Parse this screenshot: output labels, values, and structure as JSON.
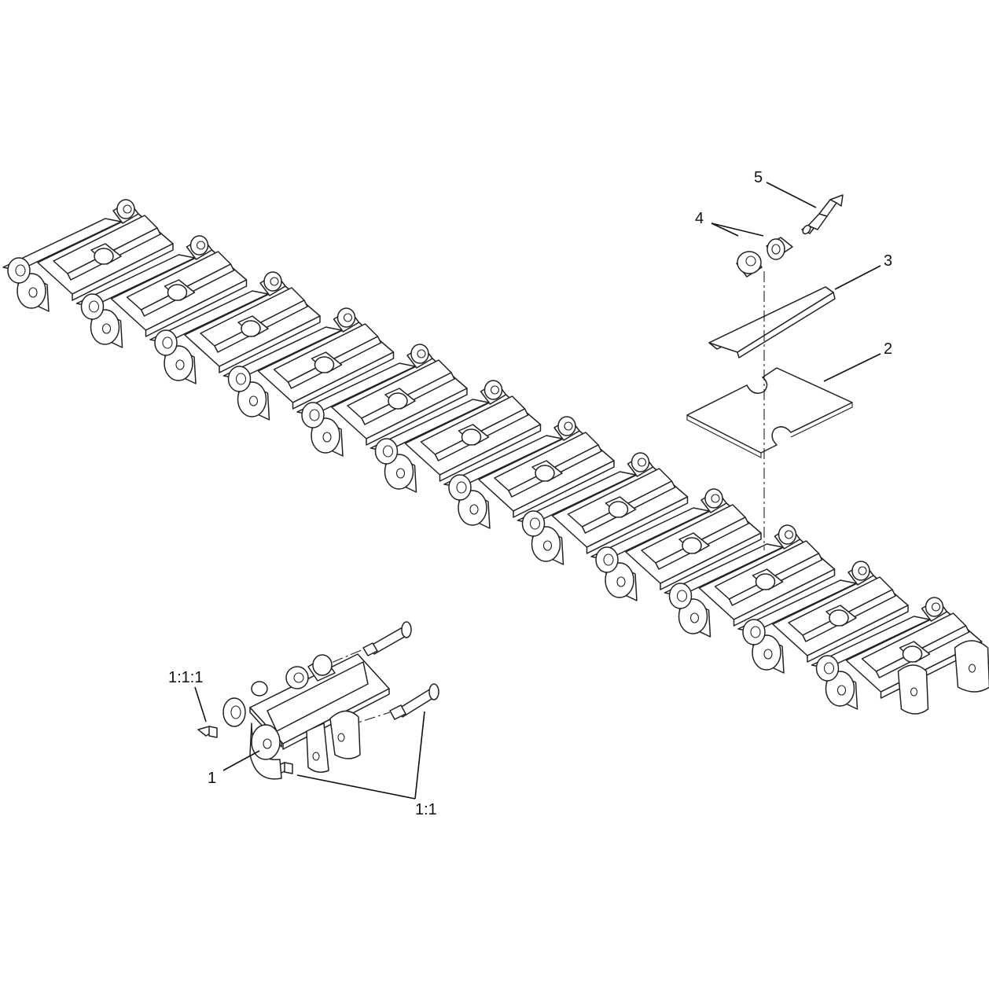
{
  "callouts": {
    "c1": "1",
    "c1_1": "1:1",
    "c1_1_1": "1:1:1",
    "c2": "2",
    "c3": "3",
    "c4": "4",
    "c5": "5"
  }
}
